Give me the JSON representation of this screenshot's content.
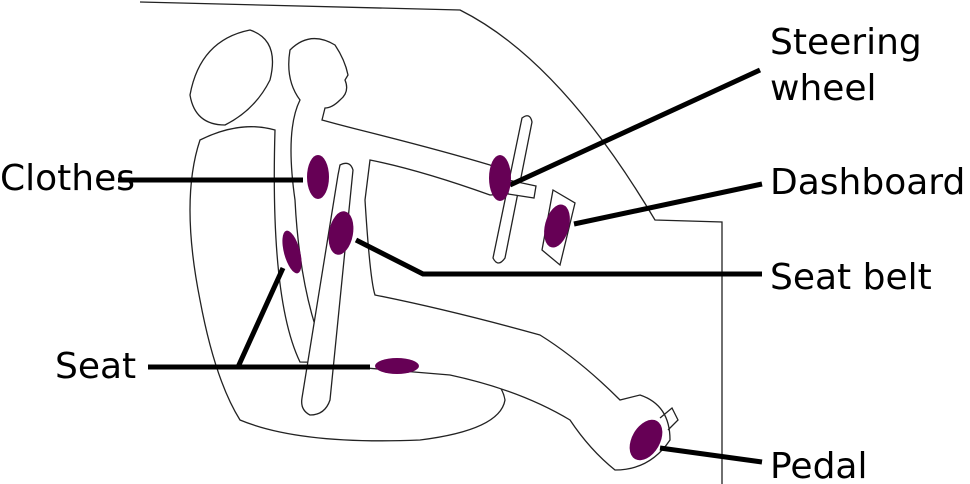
{
  "labels": {
    "steering_line1": "Steering",
    "steering_line2": "wheel",
    "clothes": "Clothes",
    "dashboard": "Dashboard",
    "seat_belt": "Seat belt",
    "seat": "Seat",
    "pedal": "Pedal"
  },
  "colors": {
    "contact_marker": "#660055",
    "leader_line": "#000000"
  }
}
